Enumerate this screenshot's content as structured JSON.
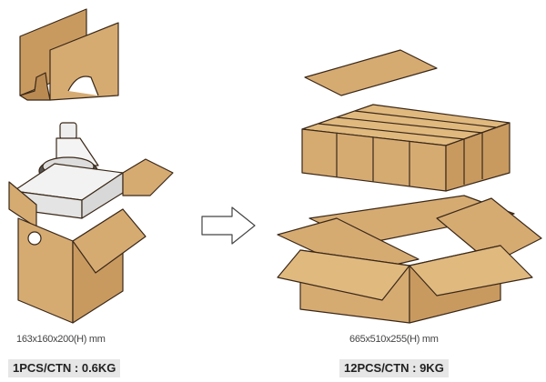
{
  "single": {
    "dimensions": "163x160x200(H) mm",
    "quantity_weight": "1PCS/CTN : 0.6KG"
  },
  "carton": {
    "dimensions": "665x510x255(H) mm",
    "quantity_weight": "12PCS/CTN : 9KG"
  },
  "colors": {
    "cardboard": "#d6ab72",
    "cardboard_dark": "#b98a52",
    "outline": "#3a2818",
    "label_bg": "#e6e6e6"
  }
}
